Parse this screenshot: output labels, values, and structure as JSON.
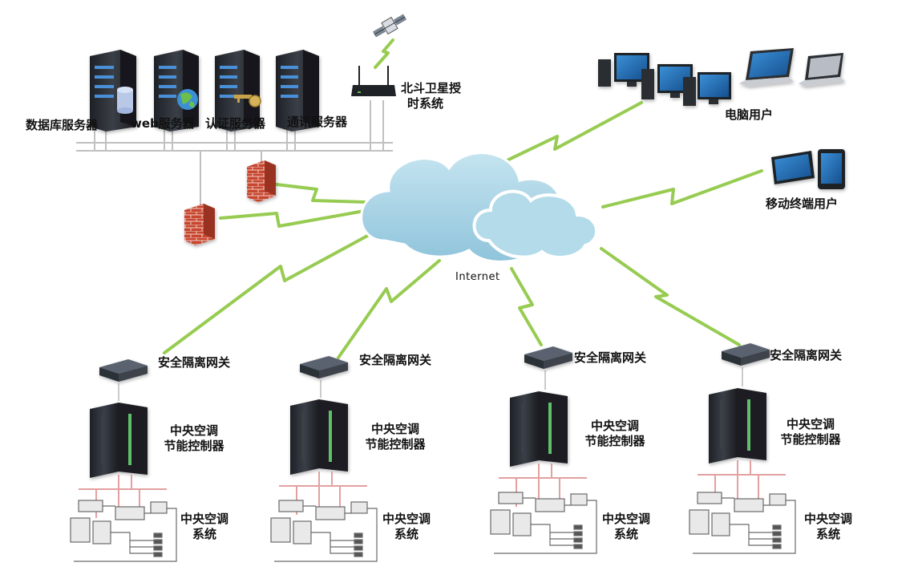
{
  "servers": {
    "database": "数据库服务器",
    "web": "web服务器",
    "auth": "认证服务器",
    "comm": "通讯服务器"
  },
  "beidou": {
    "line1": "北斗卫星授",
    "line2": "时系统"
  },
  "cloud_label": "Internet",
  "pc_users": "电脑用户",
  "mobile_users": "移动终端用户",
  "sites": [
    {
      "gateway": "安全隔离网关",
      "controller_line1": "中央空调",
      "controller_line2": "节能控制器",
      "system_line1": "中央空调",
      "system_line2": "系统"
    },
    {
      "gateway": "安全隔离网关",
      "controller_line1": "中央空调",
      "controller_line2": "节能控制器",
      "system_line1": "中央空调",
      "system_line2": "系统"
    },
    {
      "gateway": "安全隔离网关",
      "controller_line1": "中央空调",
      "controller_line2": "节能控制器",
      "system_line1": "中央空调",
      "system_line2": "系统"
    },
    {
      "gateway": "安全隔离网关",
      "controller_line1": "中央空调",
      "controller_line2": "节能控制器",
      "system_line1": "中央空调",
      "system_line2": "系统"
    }
  ],
  "colors": {
    "link_green": "#8cc63f",
    "cloud": "#a9d4e6",
    "firewall": "#c8452f",
    "server": "#2b2f35",
    "bus": "#c0c0c0",
    "ac_bus": "#e3a0a0"
  }
}
